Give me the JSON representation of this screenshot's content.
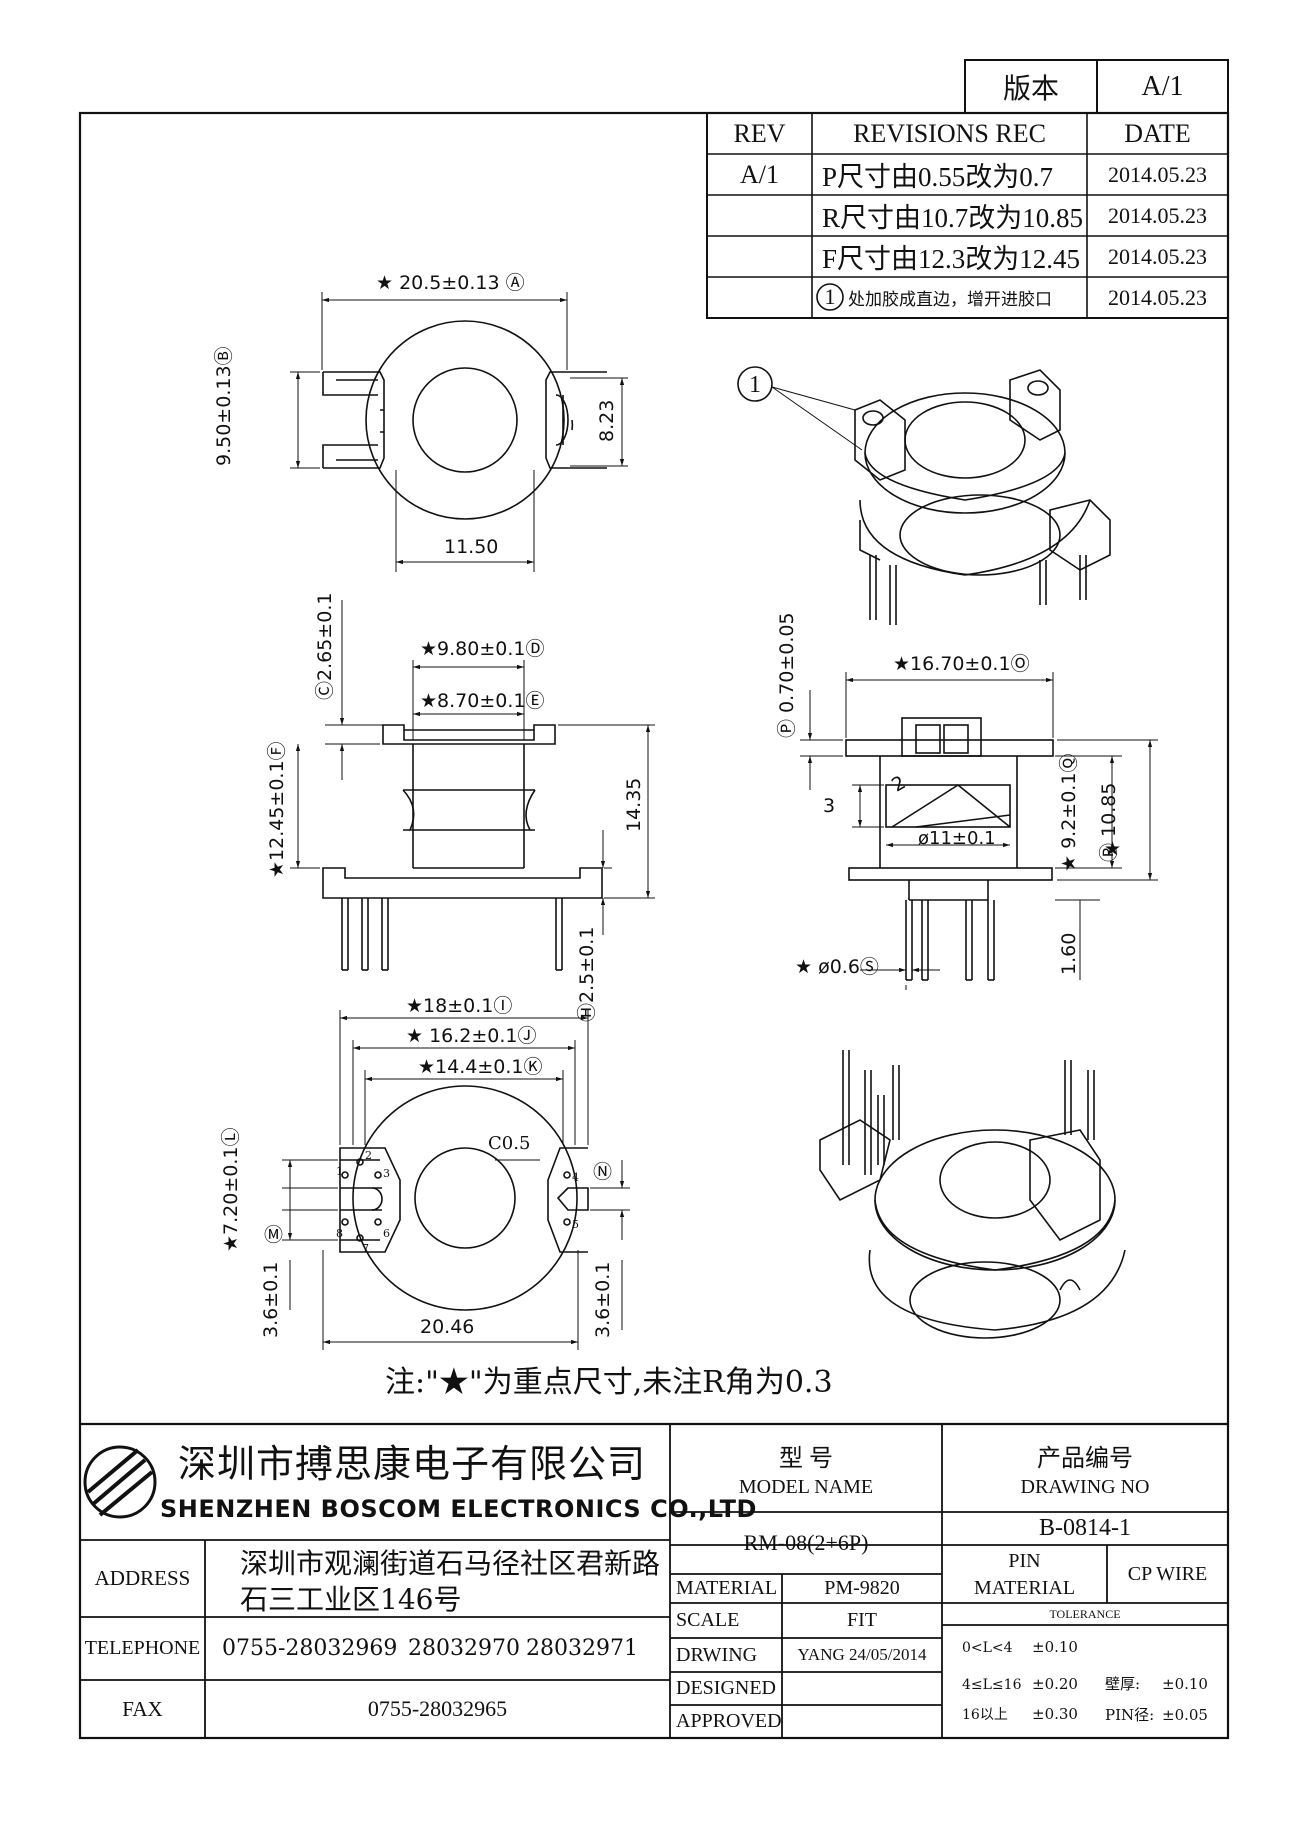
{
  "version_box": {
    "label": "版本",
    "value": "A/1"
  },
  "revisions": {
    "headers": {
      "rev": "REV",
      "rec": "REVISIONS REC",
      "date": "DATE"
    },
    "rows": [
      {
        "rev": "A/1",
        "rec": "P尺寸由0.55改为0.7",
        "date": "2014.05.23"
      },
      {
        "rev": "",
        "rec": "R尺寸由10.7改为10.85",
        "date": "2014.05.23"
      },
      {
        "rev": "",
        "rec": "F尺寸由12.3改为12.45",
        "date": "2014.05.23"
      },
      {
        "rev": "",
        "marker": "1",
        "rec": "处加胶成直边，增开进胶口",
        "date": "2014.05.23"
      }
    ]
  },
  "callout_marker": "1",
  "dims": {
    "A": "★ 20.5±0.13 Ⓐ",
    "B": "9.50±0.13Ⓑ",
    "h823": "8.23",
    "w1150": "11.50",
    "C": "Ⓒ2.65±0.1",
    "D": "★9.80±0.1Ⓓ",
    "E": "★8.70±0.1Ⓔ",
    "F": "★12.45±0.1Ⓕ",
    "h1435": "14.35",
    "H": "Ⓗ2.5±0.1",
    "P": "Ⓟ 0.70±0.05",
    "O": "★16.70±0.1Ⓞ",
    "three": "3",
    "two": "2",
    "d11": "ø11±0.1",
    "Q": "★ 9.2±0.1Ⓠ",
    "R": "Ⓡ 10.85",
    "S": "★ ø0.6Ⓢ",
    "h160": "1.60",
    "I": "★18±0.1Ⓘ",
    "J": "★ 16.2±0.1Ⓙ",
    "K": "★14.4±0.1Ⓚ",
    "c05": "C0.5",
    "L": "★7.20±0.1Ⓛ",
    "M": "Ⓜ",
    "N": "Ⓝ",
    "h36a": "3.6±0.1",
    "h36b": "3.6±0.1",
    "w2046": "20.46",
    "star": "★",
    "pins": [
      "1",
      "2",
      "3",
      "4",
      "5",
      "6",
      "7",
      "8"
    ]
  },
  "note": "注:\"★\"为重点尺寸,未注R角为0.3",
  "title_block": {
    "company_cn": "深圳市搏思康电子有限公司",
    "company_en": "SHENZHEN BOSCOM ELECTRONICS CO.,LTD",
    "model_cn": "型    号",
    "model_en": "MODEL NAME",
    "model_value": "RM-08(2+6P)",
    "drawing_cn": "产品编号",
    "drawing_en": "DRAWING NO",
    "drawing_value": "B-0814-1",
    "address_label": "ADDRESS",
    "address_line1": "深圳市观澜街道石马径社区君新路",
    "address_line2": "石三工业区146号",
    "telephone_label": "TELEPHONE",
    "tel1": "0755-28032969",
    "tel2": "28032970",
    "tel3": "28032971",
    "fax_label": "FAX",
    "fax_value": "0755-28032965",
    "material_label": "MATERIAL",
    "material_value": "PM-9820",
    "pin_material_label1": "PIN",
    "pin_material_label2": "MATERIAL",
    "pin_material_value": "CP WIRE",
    "scale_label": "SCALE",
    "scale_value": "FIT",
    "drwing_label": "DRWING",
    "drwing_value": "YANG 24/05/2014",
    "designed_label": "DESIGNED",
    "approved_label": "APPROVED",
    "tolerance_label": "TOLERANCE",
    "tol1_range": "0<L<4",
    "tol1_value": "±0.10",
    "tol2_range": "4≤L≤16",
    "tol2_value": "±0.20",
    "tol3_range": "16以上",
    "tol3_value": "±0.30",
    "wall_label": "壁厚:",
    "wall_value": "±0.10",
    "pin_dia_label": "PIN径:",
    "pin_dia_value": "±0.05"
  },
  "colors": {
    "line": "#111111",
    "background": "#ffffff"
  }
}
